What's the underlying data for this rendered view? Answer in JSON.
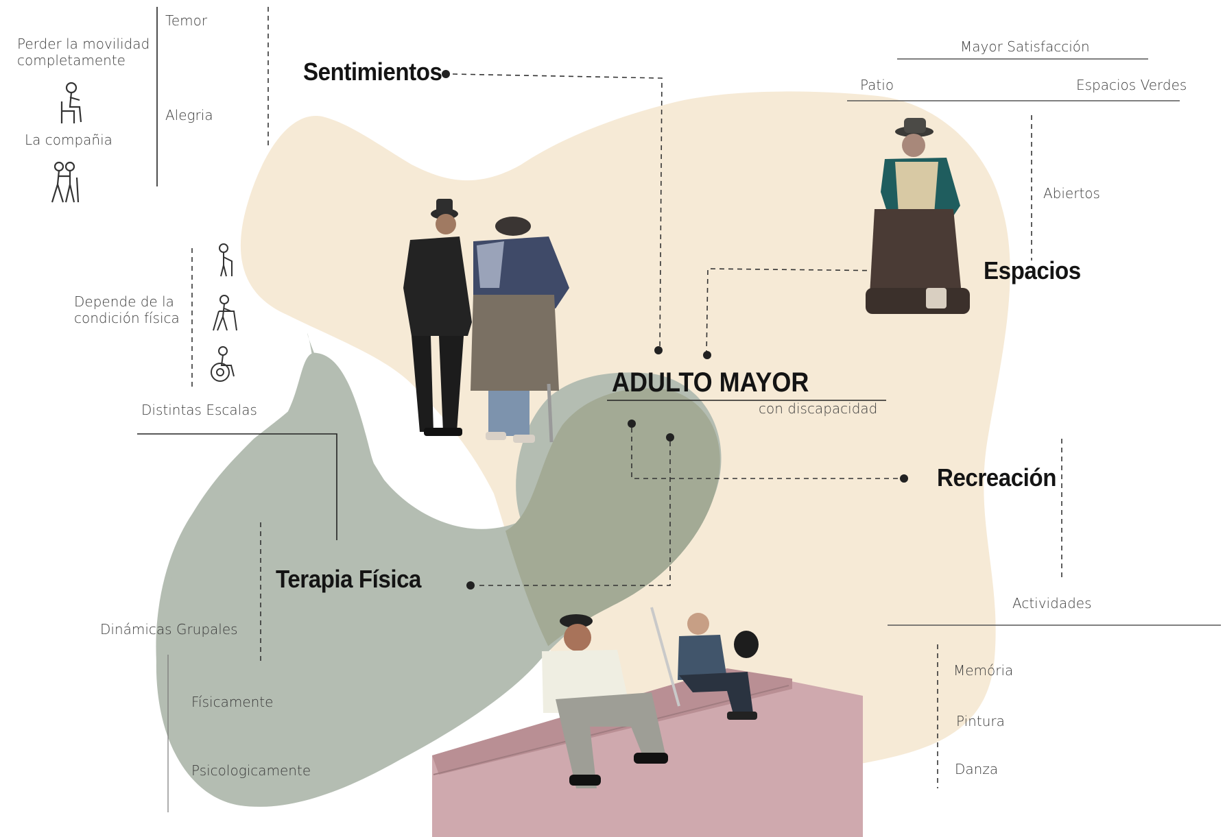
{
  "center": {
    "title": "ADULTO MAYOR",
    "subtitle": "con discapacidad"
  },
  "sentimientos": {
    "title": "Sentimientos",
    "fear_label": "Temor",
    "joy_label": "Alegria",
    "mobility_label": [
      "Perder la movilidad",
      "completamente"
    ],
    "company_label": "La compañia"
  },
  "condicion": {
    "depends_label": [
      "Depende de la",
      "condición física"
    ],
    "scales_label": "Distintas Escalas"
  },
  "espacios": {
    "title": "Espacios",
    "satisfaction_label": "Mayor Satisfacción",
    "patio_label": "Patio",
    "green_label": "Espacios Verdes",
    "open_label": "Abiertos"
  },
  "recreacion": {
    "title": "Recreación",
    "activities_label": "Actividades",
    "items": [
      "Memória",
      "Pintura",
      "Danza"
    ]
  },
  "terapia": {
    "title": "Terapia Física",
    "group_label": "Dinámicas Grupales",
    "physical_label": "Físicamente",
    "psych_label": "Psicologicamente"
  },
  "colors": {
    "cream_blob": "#f6ead6",
    "sage_blob": "#b4bdb2",
    "overlap": "#a3aa95",
    "text": "#3a3a3a",
    "heading": "#141414"
  },
  "icons": [
    "sitting-person-icon",
    "assisted-walking-icon",
    "cane-walker-icon",
    "walker-frame-icon",
    "wheelchair-icon"
  ],
  "photos": [
    "elderly-couple-walking-photo",
    "seated-woman-photo",
    "men-on-steps-photo"
  ]
}
